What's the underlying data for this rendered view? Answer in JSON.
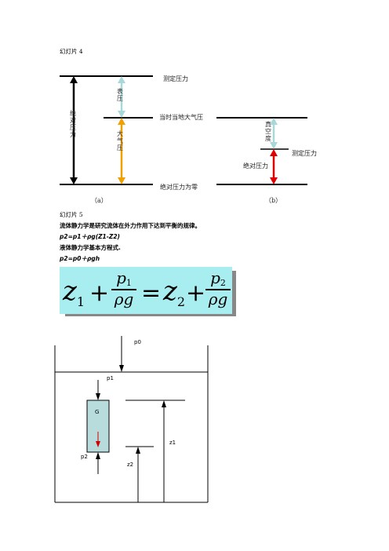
{
  "slide4": {
    "title": "幻灯片 4",
    "label_measured": "测定压力",
    "label_gauge": "表压",
    "label_absolute": "绝对压力",
    "label_local_atm": "当时当地大气压",
    "label_atm": "大气压",
    "label_vacuum": "真空度",
    "label_measured_b": "测定压力",
    "label_absolute_b": "绝对压力",
    "label_zero": "绝对压力为零",
    "caption_a": "（a）",
    "caption_b": "（b）"
  },
  "slide5": {
    "title": "幻灯片 5",
    "line1": "流体静力学是研究流体在外力作用下达到平衡的规律。",
    "line2": "p2=p1＋ρg(Z1-Z2)",
    "line3": "液体静力学基本方程式.",
    "line4": "p2=p0＋ρgh"
  },
  "formula": {
    "z1": "z",
    "sub1": "1",
    "plus": "+",
    "p1": "p",
    "p1sub": "1",
    "den1": "ρg",
    "eq": "=",
    "z2": "z",
    "sub2": "2",
    "plus2": "+",
    "p2": "p",
    "p2sub": "2",
    "den2": "ρg"
  },
  "tank": {
    "p0": "p0",
    "p1": "p1",
    "G": "G",
    "p2": "p2",
    "z1": "z1",
    "z2": "z2"
  },
  "colors": {
    "gauge_arrow": "#a8d8d8",
    "atm_arrow": "#f0a000",
    "abs_arrow_b": "#e00000",
    "formula_bg": "#a8eef0",
    "block_fill": "#b8dcdc",
    "gravity_arrow": "#d00000"
  }
}
